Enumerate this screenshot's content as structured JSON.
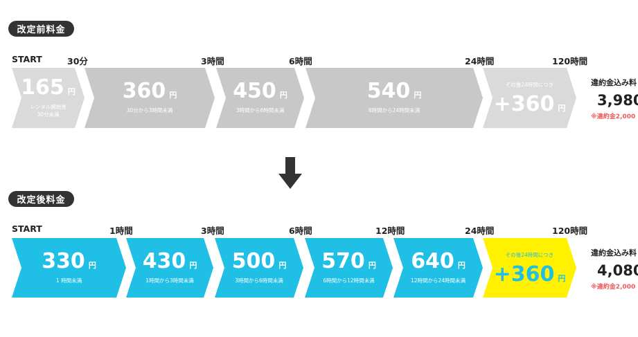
{
  "before": {
    "title": "改定前料金",
    "time_labels": [
      "START",
      "30分",
      "3時間",
      "6時間",
      "24時間",
      "120時間"
    ],
    "segments": [
      {
        "price": "165",
        "yen": "円",
        "desc": "レンタル開始後\n30分未満"
      },
      {
        "price": "360",
        "yen": "円",
        "desc": "30分から3時間未満"
      },
      {
        "price": "450",
        "yen": "円",
        "desc": "3時間から6時間未満"
      },
      {
        "price": "540",
        "yen": "円",
        "desc": "6時間から24時間未満"
      },
      {
        "price": "+360",
        "yen": "円",
        "top": "その後24時間につき"
      }
    ],
    "summary": {
      "label": "違約金込み料",
      "value": "3,980",
      "note": "※違約金2,000"
    }
  },
  "after": {
    "title": "改定後料金",
    "time_labels": [
      "START",
      "1時間",
      "3時間",
      "6時間",
      "12時間",
      "24時間",
      "120時間"
    ],
    "segments": [
      {
        "price": "330",
        "yen": "円",
        "desc": "1 時間未満"
      },
      {
        "price": "430",
        "yen": "円",
        "desc": "1時間から3時間未満"
      },
      {
        "price": "500",
        "yen": "円",
        "desc": "3時間から6時間未満"
      },
      {
        "price": "570",
        "yen": "円",
        "desc": "6時間から12時間未満"
      },
      {
        "price": "640",
        "yen": "円",
        "desc": "12時間から24時間未満"
      },
      {
        "price": "+360",
        "yen": "円",
        "top": "その後24時間につき"
      }
    ],
    "summary": {
      "label": "違約金込み料",
      "value": "4,080",
      "note": "※違約金2,000"
    }
  },
  "colors": {
    "grey": "#c8c8c8",
    "grey_light": "#dadada",
    "blue": "#1fbfe6",
    "yellow": "#fff100",
    "note_red": "#f05a5a"
  }
}
